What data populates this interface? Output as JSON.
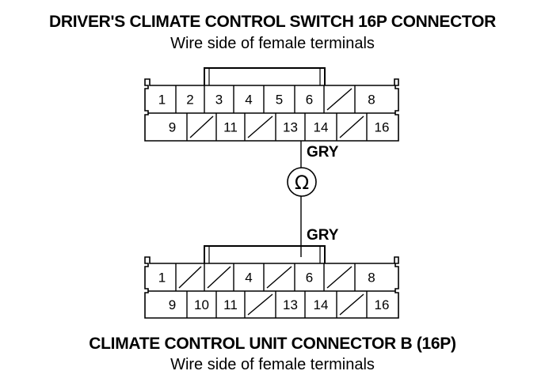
{
  "top_connector": {
    "title": "DRIVER'S CLIMATE CONTROL SWITCH 16P CONNECTOR",
    "subtitle": "Wire side of female terminals",
    "top_row": [
      "1",
      "2",
      "3",
      "4",
      "5",
      "6",
      "",
      "8"
    ],
    "bottom_row": [
      "9",
      "",
      "11",
      "",
      "13",
      "14",
      "",
      "16"
    ]
  },
  "bottom_connector": {
    "title": "CLIMATE CONTROL UNIT CONNECTOR B (16P)",
    "subtitle": "Wire side of female terminals",
    "top_row": [
      "1",
      "",
      "",
      "4",
      "",
      "6",
      "",
      "8"
    ],
    "bottom_row": [
      "9",
      "10",
      "11",
      "",
      "13",
      "14",
      "",
      "16"
    ]
  },
  "wire": {
    "top_label": "GRY",
    "bottom_label": "GRY",
    "meter_symbol": "Ω",
    "meter_icon": "ohmmeter-icon"
  }
}
